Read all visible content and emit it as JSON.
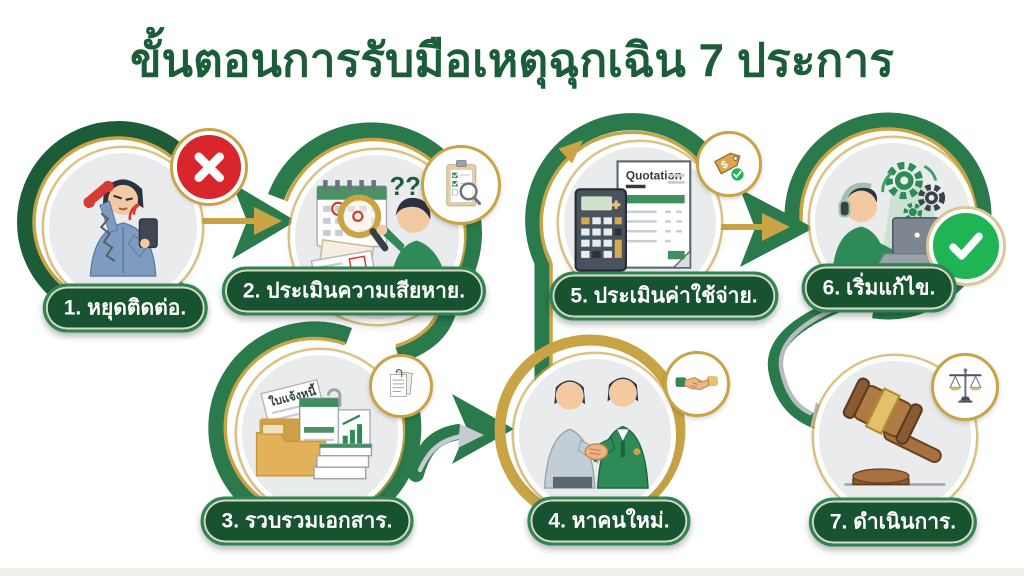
{
  "title": "ขั้นตอนการรับมือเหตุฉุกเฉิน 7 ประการ",
  "steps": [
    {
      "label": "1. หยุดติดต่อ.",
      "illustration": "man-refusing-phone-call",
      "badge_icon": "red-x-icon"
    },
    {
      "label": "2. ประเมินความเสียหาย.",
      "illustration": "inspecting-calendar-with-magnifier",
      "badge_icon": "clipboard-checklist-icon"
    },
    {
      "label": "3. รวบรวมเอกสาร.",
      "illustration": "folder-with-documents",
      "badge_icon": "documents-icon"
    },
    {
      "label": "4. หาคนใหม่.",
      "illustration": "two-men-handshake",
      "badge_icon": "handshake-icon"
    },
    {
      "label": "5. ประเมินค่าใช้จ่าย.",
      "illustration": "calculator-and-quotation",
      "badge_icon": "price-tag-icon"
    },
    {
      "label": "6. เริ่มแก้ไข.",
      "illustration": "man-working-on-laptop-with-gears",
      "badge_icon": "green-check-icon"
    },
    {
      "label": "7. ดำเนินการ.",
      "illustration": "gavel",
      "badge_icon": "scales-of-justice-icon"
    }
  ],
  "artifacts": {
    "quotation_title": "Quotation",
    "invoice_label": "ใบแจ้งหนี้",
    "question_marks": "??",
    "dollar_sign": "$"
  },
  "colors": {
    "title_green": "#1b5c39",
    "ribbon_green": "#2b7a4c",
    "dark_ring_green": "#1d5c38",
    "gold": "#c9a446",
    "pill_green": "#175231",
    "pill_border": "#2f8355",
    "circle_bg": "#eaebec",
    "alert_red": "#d8262c",
    "check_green": "#1fb454"
  }
}
